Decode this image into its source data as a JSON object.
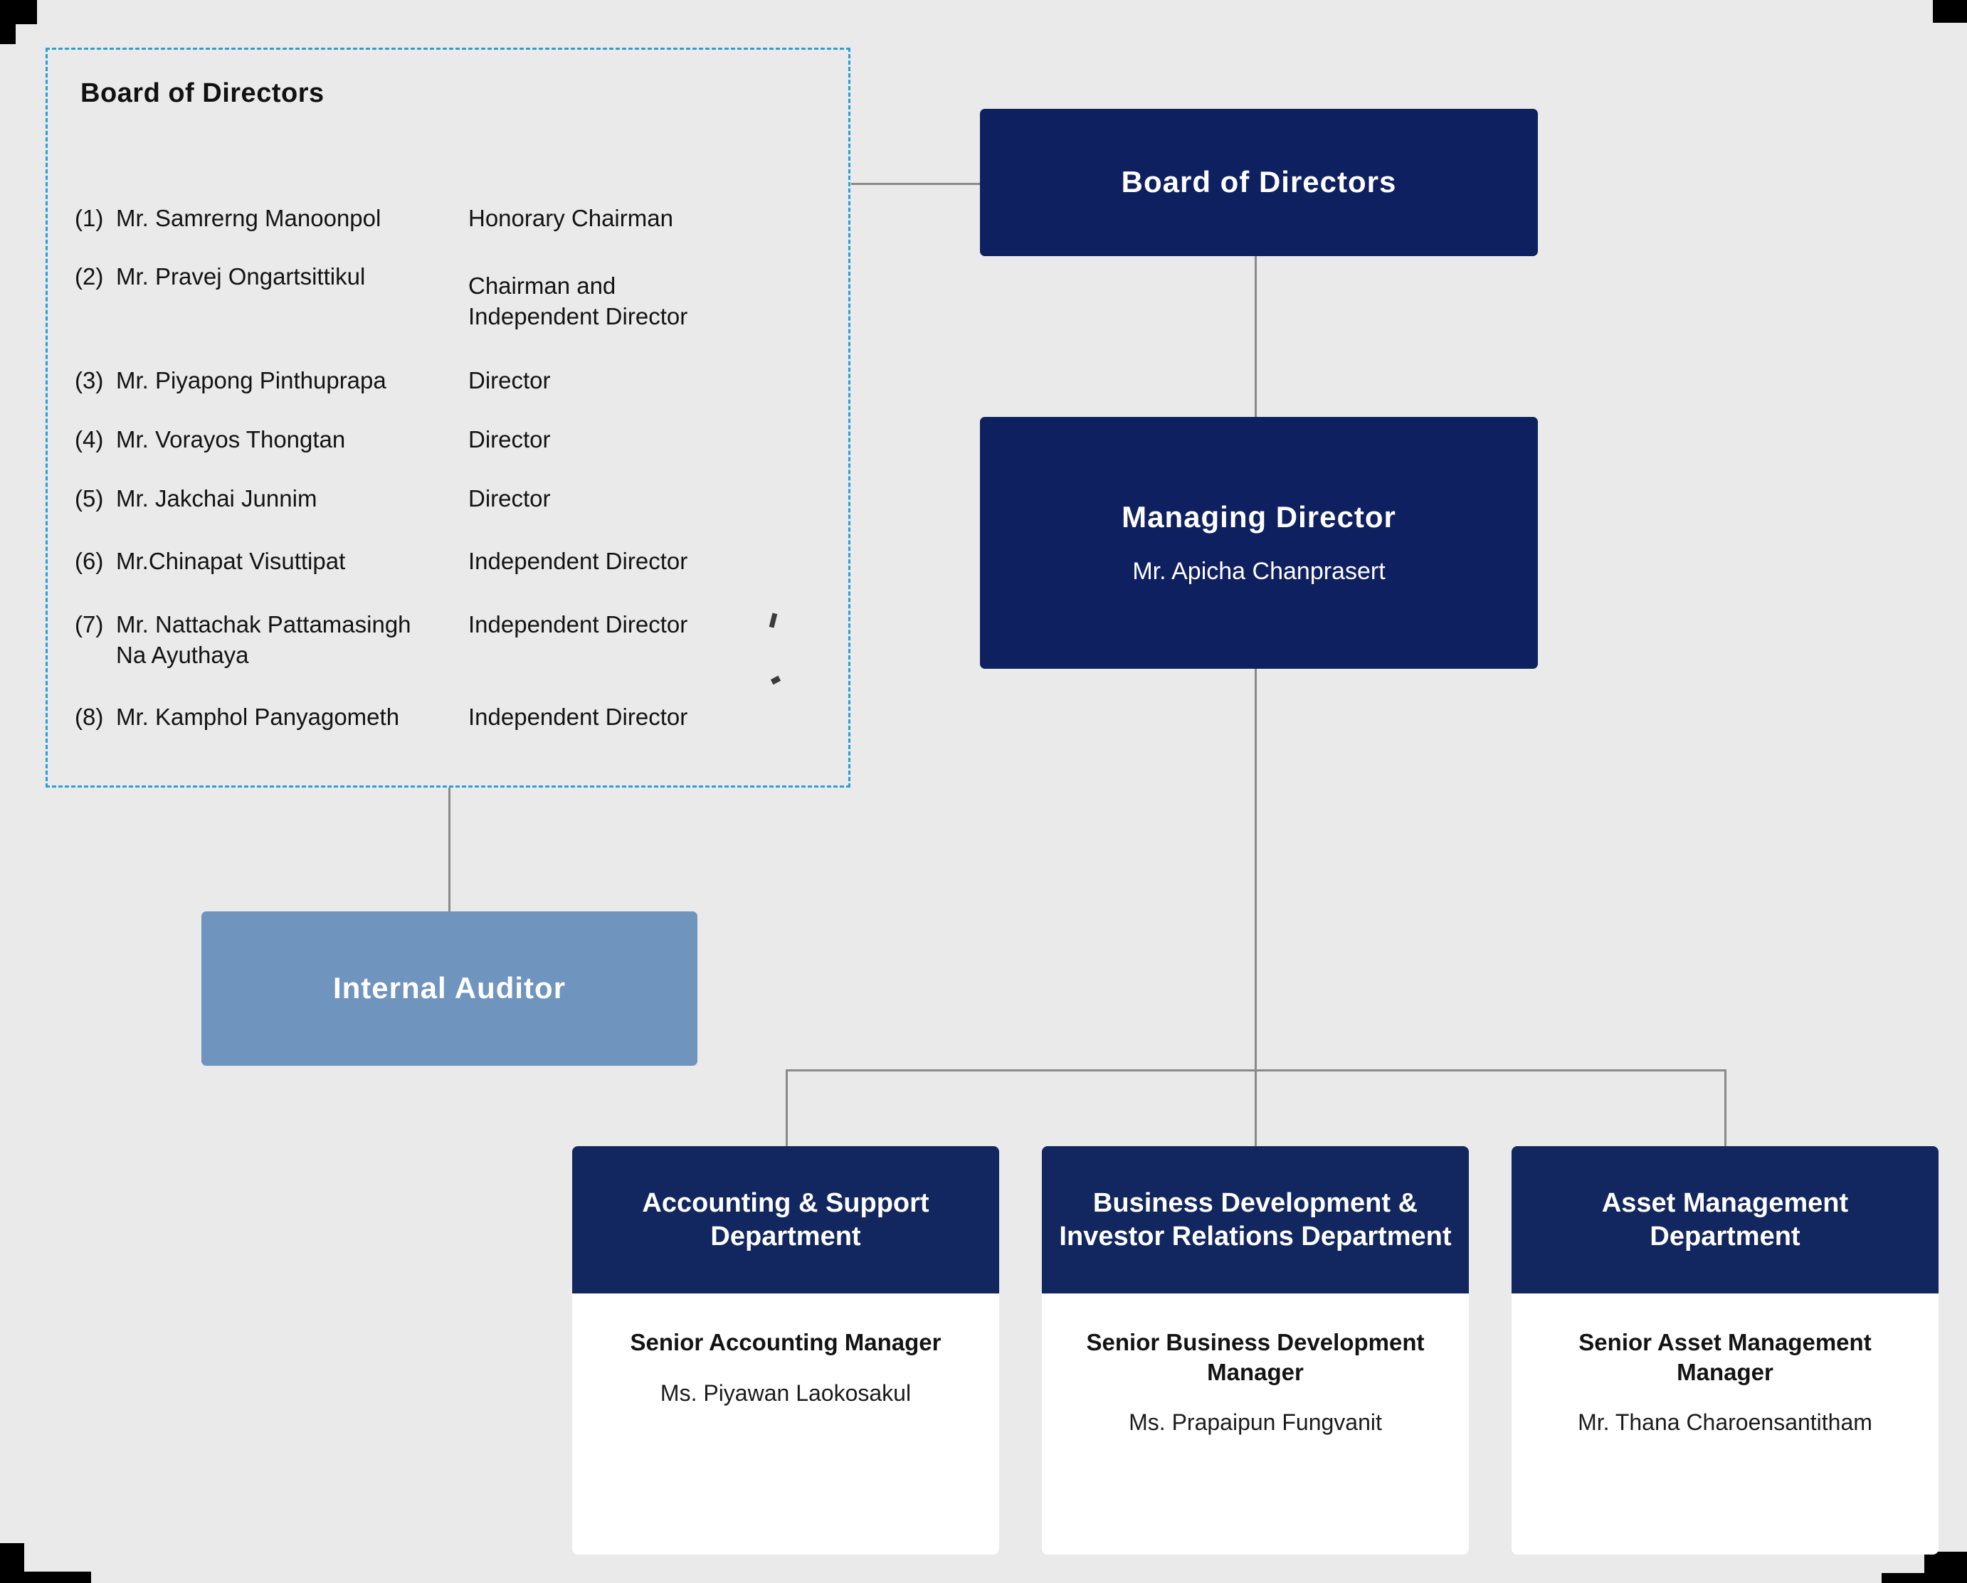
{
  "board_panel": {
    "title": "Board of Directors",
    "members": [
      {
        "num": "(1)",
        "name": "Mr. Samrerng Manoonpol",
        "role": "Honorary Chairman"
      },
      {
        "num": "(2)",
        "name": "Mr. Pravej Ongartsittikul",
        "role": "Chairman and\nIndependent Director"
      },
      {
        "num": "(3)",
        "name": "Mr. Piyapong Pinthuprapa",
        "role": "Director"
      },
      {
        "num": "(4)",
        "name": "Mr. Vorayos Thongtan",
        "role": "Director"
      },
      {
        "num": "(5)",
        "name": "Mr. Jakchai Junnim",
        "role": "Director"
      },
      {
        "num": "(6)",
        "name": "Mr.Chinapat Visuttipat",
        "role": "Independent Director"
      },
      {
        "num": "(7)",
        "name": "Mr. Nattachak Pattamasingh\nNa Ayuthaya",
        "role": "Independent Director"
      },
      {
        "num": "(8)",
        "name": "Mr. Kamphol Panyagometh",
        "role": "Independent Director"
      }
    ]
  },
  "nodes": {
    "board": {
      "title": "Board of Directors"
    },
    "managing_director": {
      "title": "Managing Director",
      "person": "Mr. Apicha Chanprasert"
    },
    "internal_auditor": {
      "title": "Internal Auditor"
    }
  },
  "departments": [
    {
      "title": "Accounting & Support Department",
      "role": "Senior Accounting Manager",
      "person": "Ms. Piyawan Laokosakul"
    },
    {
      "title": "Business Development & Investor Relations Department",
      "role": "Senior Business Development Manager",
      "person": "Ms. Prapaipun Fungvanit"
    },
    {
      "title": "Asset Management Department",
      "role": "Senior Asset Management Manager",
      "person": "Mr. Thana Charoensantitham"
    }
  ],
  "colors": {
    "background": "#eaeaea",
    "navy": "#0e2060",
    "navy_header": "#12265f",
    "slate_blue": "#6f94bd",
    "dashed_border": "#2a9fd8",
    "connector": "#8a8a8a",
    "card_body": "#ffffff"
  }
}
